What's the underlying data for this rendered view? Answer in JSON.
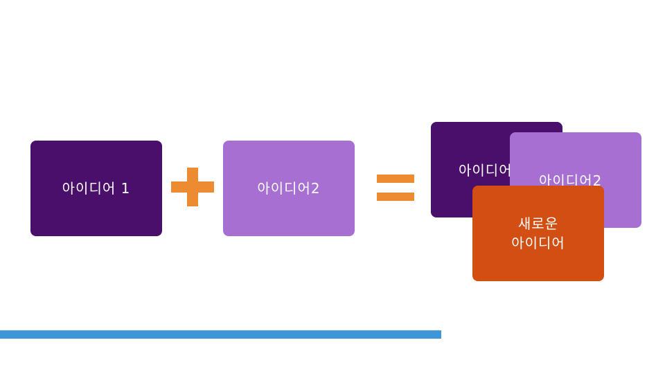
{
  "equation": {
    "left": "아이디어 1",
    "right": "아이디어2"
  },
  "result": {
    "idea1": "아이디어 1",
    "idea2": "아이디어2",
    "new_idea_line1": "새로운",
    "new_idea_line2": "아이디어"
  },
  "colors": {
    "dark_purple": "#4a0f6b",
    "light_purple": "#a66fd1",
    "orange_box": "#d24e13",
    "operator_orange": "#ed8b33",
    "accent_blue": "#3d96d9"
  }
}
